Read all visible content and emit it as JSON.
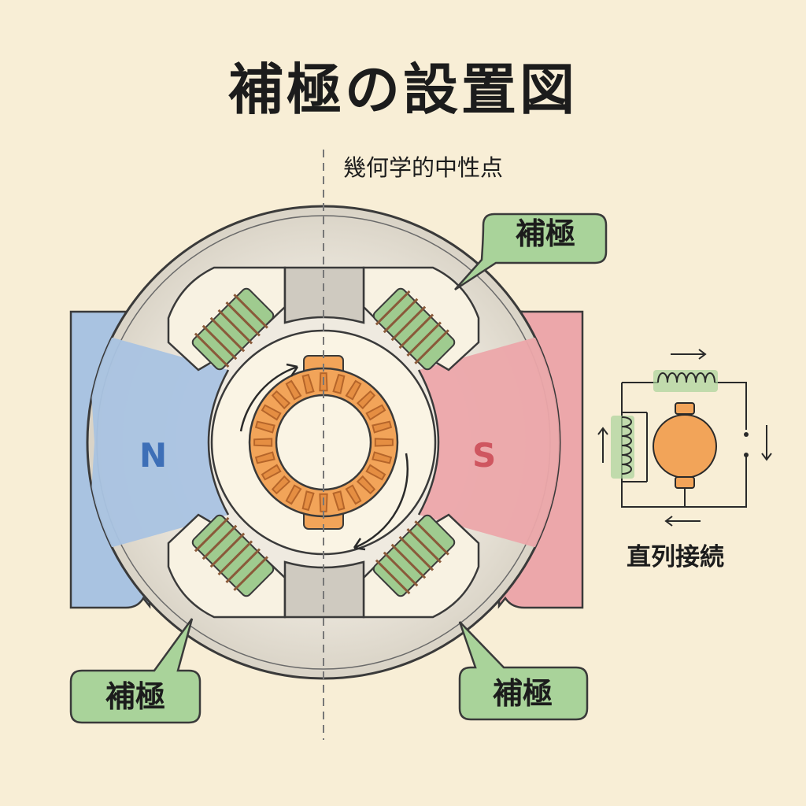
{
  "title": "補極の設置図",
  "neutral_axis_label": "幾何学的中性点",
  "interpole_callouts": {
    "top_right": "補極",
    "bottom_left": "補極",
    "bottom_right": "補極"
  },
  "poles": {
    "north": "N",
    "south": "S"
  },
  "circuit": {
    "label": "直列接続"
  },
  "colors": {
    "background": "#f8eed6",
    "north_pole": "#a9c3e1",
    "south_pole": "#eca7aa",
    "interpole_coil": "#9fcb8f",
    "armature": "#f2a459",
    "yoke": "#e6e2d8",
    "outline": "#3a3a3a"
  }
}
